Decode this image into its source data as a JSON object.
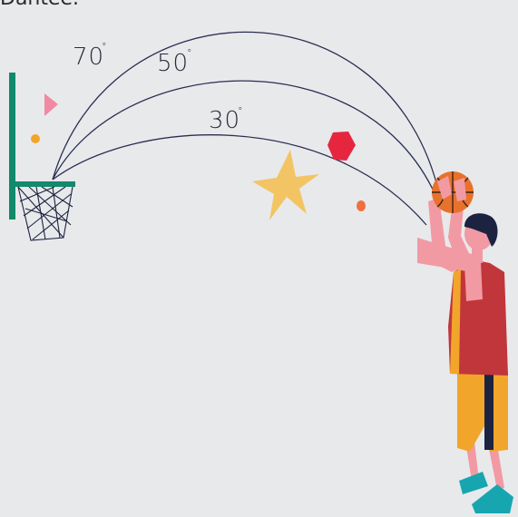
{
  "header": {
    "cropped_text": "Dantee."
  },
  "trajectories": [
    {
      "label": "70",
      "unit": "°"
    },
    {
      "label": "50",
      "unit": "°"
    },
    {
      "label": "30",
      "unit": "°"
    }
  ],
  "colors": {
    "background": "#e8e9eb",
    "arc": "#2b2e52",
    "backboard": "#0f8a6a",
    "rim": "#128a6c",
    "ball": "#e8712c",
    "jersey": "#c1363a",
    "shorts": "#f2a52b",
    "skin": "#f29aa3",
    "hair": "#1c2340",
    "shoes": "#17a6b0",
    "star": "#f3c25c",
    "hexagon": "#e6263f",
    "triangle": "#f08aa2",
    "dot_small": "#f2a52b",
    "dot_orange": "#f0703a"
  },
  "icons": [
    "basketball-hoop-icon",
    "basketball-icon",
    "player-icon",
    "star-icon",
    "hexagon-icon",
    "triangle-icon"
  ]
}
